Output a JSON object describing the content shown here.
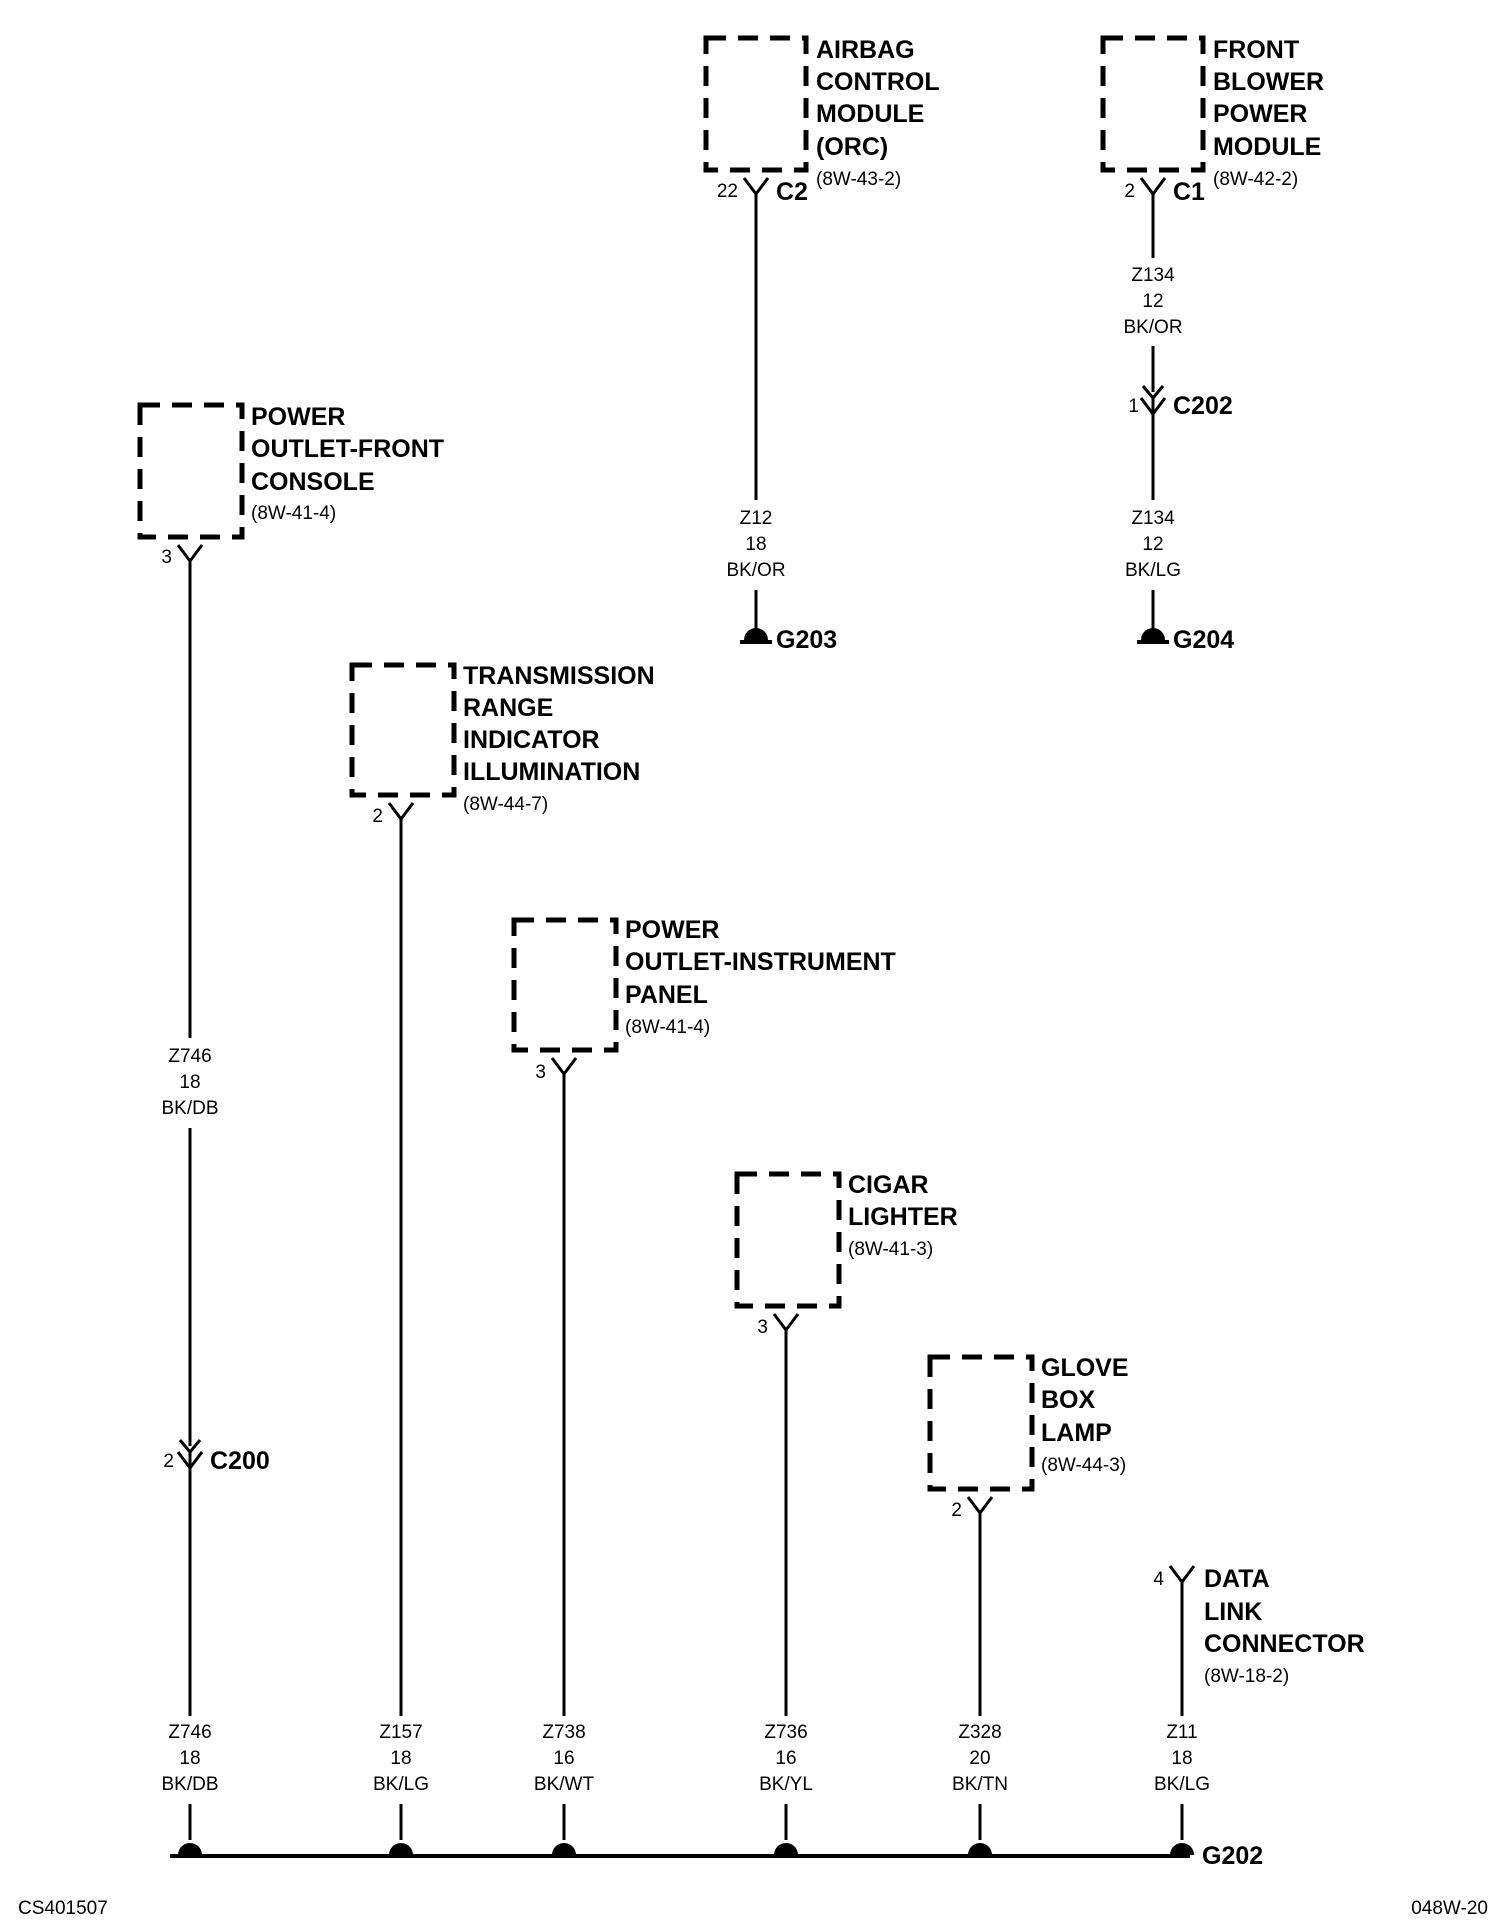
{
  "components": {
    "airbag": {
      "name": [
        "AIRBAG",
        "CONTROL",
        "MODULE",
        "(ORC)"
      ],
      "ref": "(8W-43-2)",
      "pin": "22",
      "connector": "C2"
    },
    "blower": {
      "name": [
        "FRONT",
        "BLOWER",
        "POWER",
        "MODULE"
      ],
      "ref": "(8W-42-2)",
      "pin": "2",
      "connector": "C1"
    },
    "outlet_console": {
      "name": [
        "POWER",
        "OUTLET-FRONT",
        "CONSOLE"
      ],
      "ref": "(8W-41-4)",
      "pin": "3"
    },
    "trans_range": {
      "name": [
        "TRANSMISSION",
        "RANGE",
        "INDICATOR",
        "ILLUMINATION"
      ],
      "ref": "(8W-44-7)",
      "pin": "2"
    },
    "outlet_panel": {
      "name": [
        "POWER",
        "OUTLET-INSTRUMENT",
        "PANEL"
      ],
      "ref": "(8W-41-4)",
      "pin": "3"
    },
    "cigar": {
      "name": [
        "CIGAR",
        "LIGHTER"
      ],
      "ref": "(8W-41-3)",
      "pin": "3"
    },
    "glove": {
      "name": [
        "GLOVE",
        "BOX",
        "LAMP"
      ],
      "ref": "(8W-44-3)",
      "pin": "2"
    },
    "dlc": {
      "name": [
        "DATA",
        "LINK",
        "CONNECTOR"
      ],
      "ref": "(8W-18-2)",
      "pin": "4"
    }
  },
  "inline_connectors": {
    "c202": {
      "pin": "1",
      "name": "C202"
    },
    "c200": {
      "pin": "2",
      "name": "C200"
    }
  },
  "wires": {
    "z12": [
      "Z12",
      "18",
      "BK/OR"
    ],
    "z134_upper": [
      "Z134",
      "12",
      "BK/OR"
    ],
    "z134_lower": [
      "Z134",
      "12",
      "BK/LG"
    ],
    "z746_upper": [
      "Z746",
      "18",
      "BK/DB"
    ],
    "z746_lower": [
      "Z746",
      "18",
      "BK/DB"
    ],
    "z157": [
      "Z157",
      "18",
      "BK/LG"
    ],
    "z738": [
      "Z738",
      "16",
      "BK/WT"
    ],
    "z736": [
      "Z736",
      "16",
      "BK/YL"
    ],
    "z328": [
      "Z328",
      "20",
      "BK/TN"
    ],
    "z11": [
      "Z11",
      "18",
      "BK/LG"
    ]
  },
  "grounds": {
    "g203": "G203",
    "g204": "G204",
    "g202": "G202"
  },
  "footer": {
    "left_code": "CS401507",
    "right_code": "048W-20"
  }
}
